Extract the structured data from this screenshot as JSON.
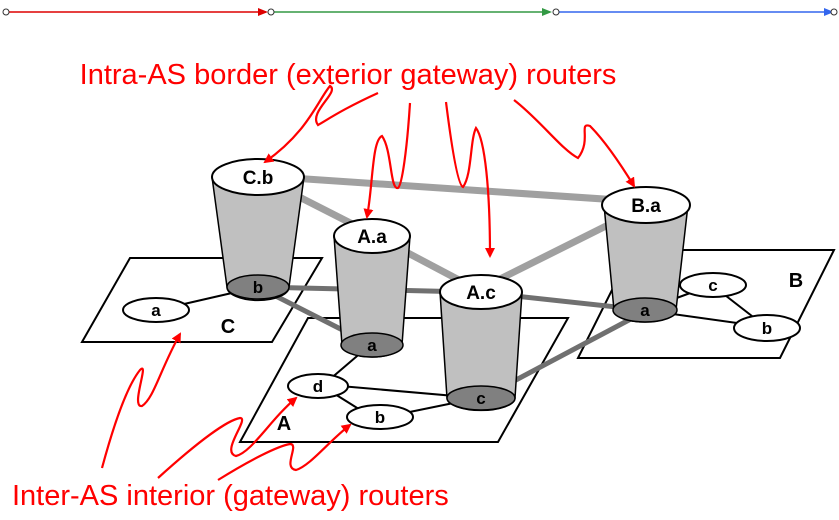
{
  "title_top": "Intra-AS border (exterior gateway) routers",
  "title_bottom": "Inter-AS interior (gateway) routers",
  "progress_colors": [
    "#dd0000",
    "#339944",
    "#3366ee"
  ],
  "colors": {
    "annotation": "#ff0000",
    "cylinder": "#c0c0c0",
    "link_gray": "#a0a0a0",
    "link_dark": "#707070"
  },
  "autonomous_systems": [
    {
      "name": "A",
      "routers": [
        "a",
        "b",
        "c",
        "d"
      ]
    },
    {
      "name": "B",
      "routers": [
        "a",
        "b",
        "c"
      ]
    },
    {
      "name": "C",
      "routers": [
        "a",
        "b"
      ]
    }
  ],
  "gateway_tops": [
    "C.b",
    "A.a",
    "A.c",
    "B.a"
  ]
}
